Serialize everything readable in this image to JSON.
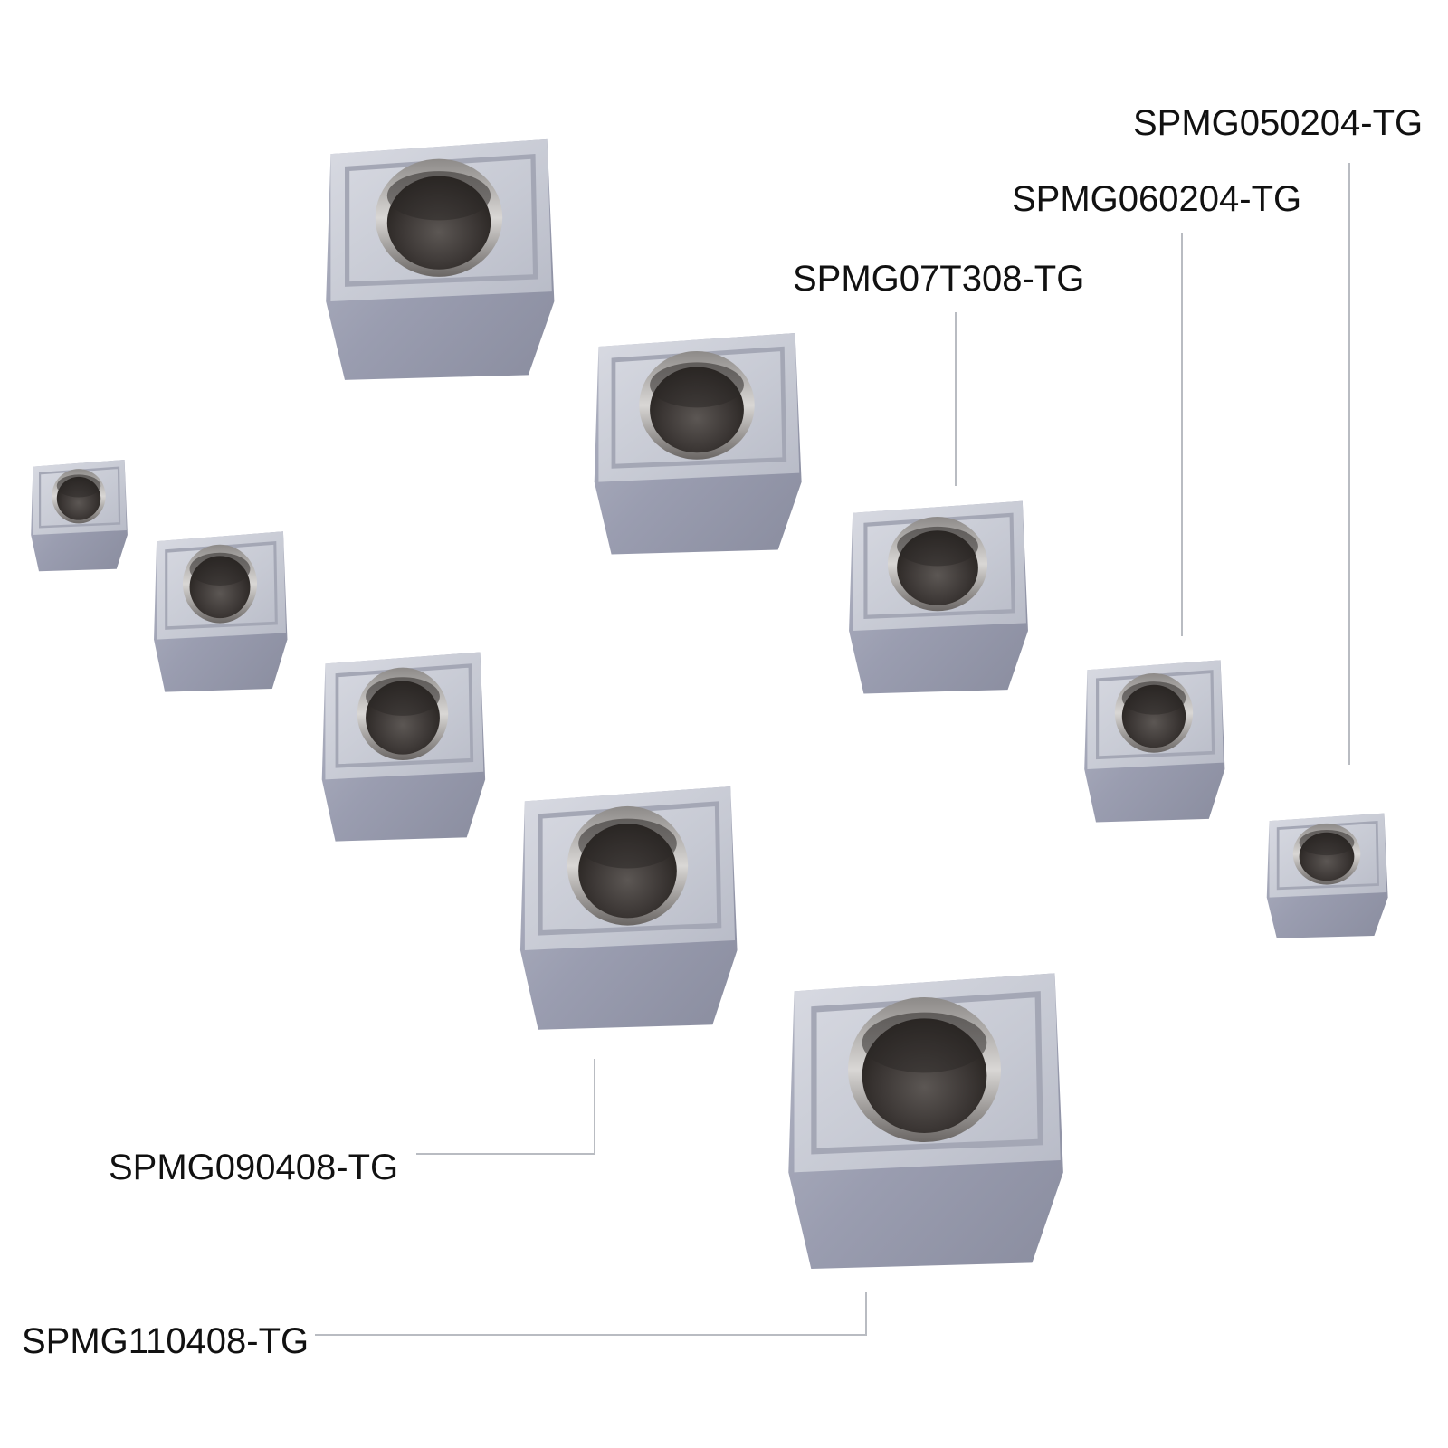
{
  "labels": {
    "spmg050204": "SPMG050204-TG",
    "spmg060204": "SPMG060204-TG",
    "spmg07t308": "SPMG07T308-TG",
    "spmg090408": "SPMG090408-TG",
    "spmg110408": "SPMG110408-TG"
  },
  "colors": {
    "insert_face": "#c9ccd6",
    "insert_side": "#9c9fb0",
    "hole_dark": "#3b3633",
    "leader_line": "#b9bcc2",
    "text": "#111111"
  }
}
